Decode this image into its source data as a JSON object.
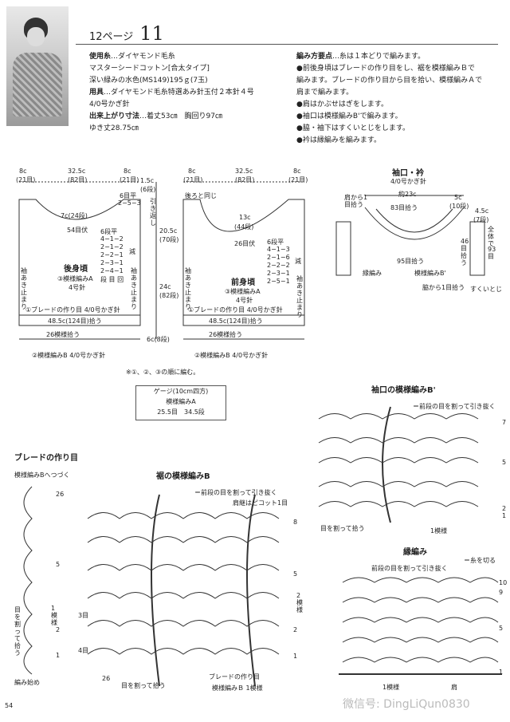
{
  "header": {
    "page_label": "12ページ",
    "pattern_number": "11"
  },
  "materials": {
    "yarn_label": "使用糸",
    "yarn_value": "…ダイヤモンド毛糸",
    "yarn_line2": "マスターシードコットン[合太タイプ]",
    "yarn_line3": "深い緑みの水色(MS149)195ｇ(7玉)",
    "tools_label": "用具",
    "tools_value": "…ダイヤモンド毛糸特選あみ針玉付２本針４号",
    "tools_line2": "4/0号かぎ針",
    "size_label": "出来上がり寸法",
    "size_value": "…着丈53㎝　胸回り97㎝",
    "size_line2": "ゆき丈28.75㎝"
  },
  "points": {
    "title": "編み方要点",
    "title_suffix": "…糸は１本どりで編みます。",
    "p1": "●前後身頃はブレードの作り目をし、裾を模様編みＢで",
    "p1b": "編みます。ブレードの作り目から目を拾い、模様編みＡで",
    "p1c": "肩まで編みます。",
    "p2": "●肩はかぶせはぎをします。",
    "p3": "●袖口は模様編みB'で編みます。",
    "p4": "●脇・袖下はすくいとじをします。",
    "p5": "●衿は縁編みを編みます。"
  },
  "back": {
    "title": "後身頃",
    "sub1": "③模様編みA",
    "sub2": "4号針",
    "w_left": "8c",
    "w_left2": "(21目)",
    "w_mid": "32.5c",
    "w_mid2": "(82目)",
    "w_right": "8c",
    "w_right2": "(21目)",
    "neck": "7c(24段)",
    "neck2": "54目伏",
    "dec_title": "6段平",
    "dec1": "4−1−2",
    "dec2": "2−1−2",
    "dec3": "2−2−1",
    "dec4": "2−3−1",
    "dec5": "2−4−1",
    "dec6": "段 目 回",
    "dec_suffix": "減",
    "shoulder1": "1.5c",
    "shoulder2": "(6段)",
    "shoulder3": "6目平",
    "shoulder4": "2−5−3",
    "shoulder5": "引き返し",
    "h1": "20.5c",
    "h1b": "(70段)",
    "h2": "24c",
    "h2b": "(82段)",
    "h3": "6c(8段)",
    "sleeve_open": "袖あき止まり",
    "braid": "①ブレードの作り目 4/0号かぎ針",
    "bottom_w": "48.5c(124目)拾う",
    "pick": "26模様拾う",
    "hem": "②模様編みB 4/0号かぎ針"
  },
  "front": {
    "title": "前身頃",
    "sub1": "③模様編みA",
    "sub2": "4号針",
    "same": "後ろと同じ",
    "w_left": "8c",
    "w_left2": "(21目)",
    "w_mid": "32.5c",
    "w_mid2": "(82目)",
    "w_right": "8c",
    "w_right2": "(21目)",
    "neck": "13c",
    "neck2": "(44段)",
    "neck3": "26目伏",
    "dec_title": "6段平",
    "dec1": "4−1−3",
    "dec2": "2−1−6",
    "dec3": "2−2−2",
    "dec4": "2−3−1",
    "dec5": "2−5−1",
    "dec_suffix": "減",
    "sleeve_open": "袖あき止まり",
    "braid": "①ブレードの作り目 4/0号かぎ針",
    "bottom_w": "48.5c(124目)拾う",
    "pick": "26模様拾う",
    "hem": "②模様編みB 4/0号かぎ針"
  },
  "cuff": {
    "title": "袖口・衿",
    "needle": "4/0号かぎ針",
    "top_w": "約23c",
    "top_pick": "83目拾う",
    "shoulder_pick": "肩から1目拾う",
    "side_w": "5c",
    "side_w2": "(10段)",
    "side_h": "4.5c",
    "side_h2": "(7段)",
    "all1": "全体で",
    "all2": "93目",
    "pick46": "46目拾う",
    "pick95": "95目拾う",
    "edge": "縁編み",
    "patt": "模様編みB'",
    "side_pick": "脇から1目拾う",
    "sukui": "すくいとじ"
  },
  "note": "※①、②、③の順に編む。",
  "gauge": {
    "title": "ゲージ(10cm四方)",
    "line2": "模様編みA",
    "line3": "25.5目　34.5段"
  },
  "braid_chart": {
    "title": "ブレードの作り目",
    "to_b": "模様編みBへつづく",
    "row26": "26",
    "row5": "5",
    "row2": "2",
    "row1": "1",
    "one_patt": "1模様",
    "split": "目を割って拾う",
    "start": "編み始め"
  },
  "hem_chart": {
    "title": "裾の模様編みB",
    "legend1": "＝前段の目を割って引き抜く",
    "legend2": "肩継はピコット1目",
    "row8": "8",
    "row5": "5",
    "row2": "2",
    "row1": "1",
    "two_patt": "2模様",
    "three": "3目",
    "four": "4目",
    "bottom26": "26",
    "pick_split": "目を割って拾う",
    "braid_start": "ブレードの作り目",
    "one_b": "模様編みＢ 1模様"
  },
  "cuffb_chart": {
    "title": "袖口の模様編みB'",
    "legend": "＝前段の目を割って引き抜く",
    "row7": "7",
    "row5": "5",
    "row2": "2",
    "row1": "1",
    "split": "目を割って拾う",
    "one": "1模様"
  },
  "edge_chart": {
    "title": "縁編み",
    "legend": "＝糸を切る",
    "split": "前段の目を割って引き抜く",
    "row10": "10",
    "row9": "9",
    "row5": "5",
    "row1": "1",
    "one": "1模様",
    "kata": "肩"
  },
  "footer": {
    "page": "54",
    "watermark": "微信号: DingLiQun0830"
  }
}
